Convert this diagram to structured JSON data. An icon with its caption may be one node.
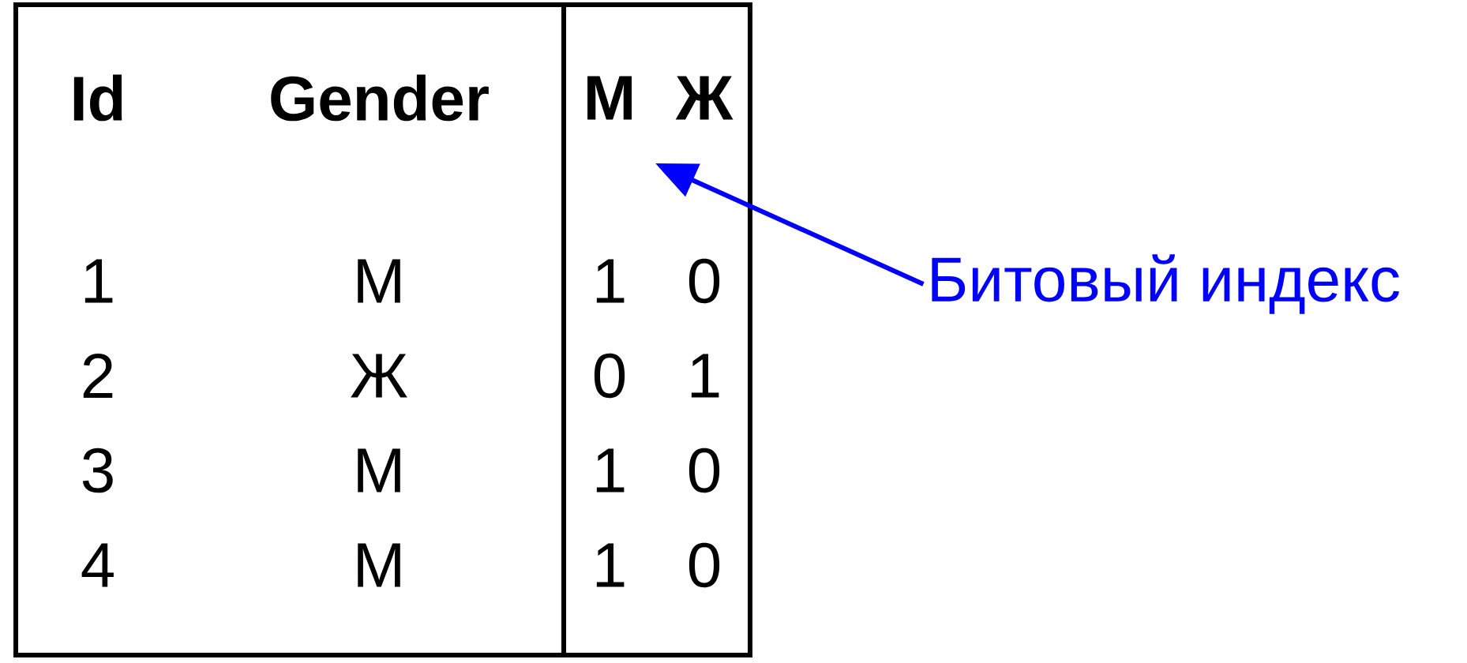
{
  "diagram": {
    "nodes": [
      {
        "text": [
          "Id",
          "Gender",
          "1",
          "М",
          "2",
          "Ж",
          "3",
          "М",
          "4",
          "М"
        ]
      },
      {
        "text": [
          "М",
          "Ж",
          "1",
          "0",
          "0",
          "1",
          "1",
          "0",
          "1",
          "0"
        ]
      },
      {
        "text": [
          "Битовый индекс"
        ]
      }
    ],
    "edges": [
      {
        "from": 2,
        "to": 1,
        "arrow": "to",
        "color": "#0000ff"
      }
    ]
  }
}
